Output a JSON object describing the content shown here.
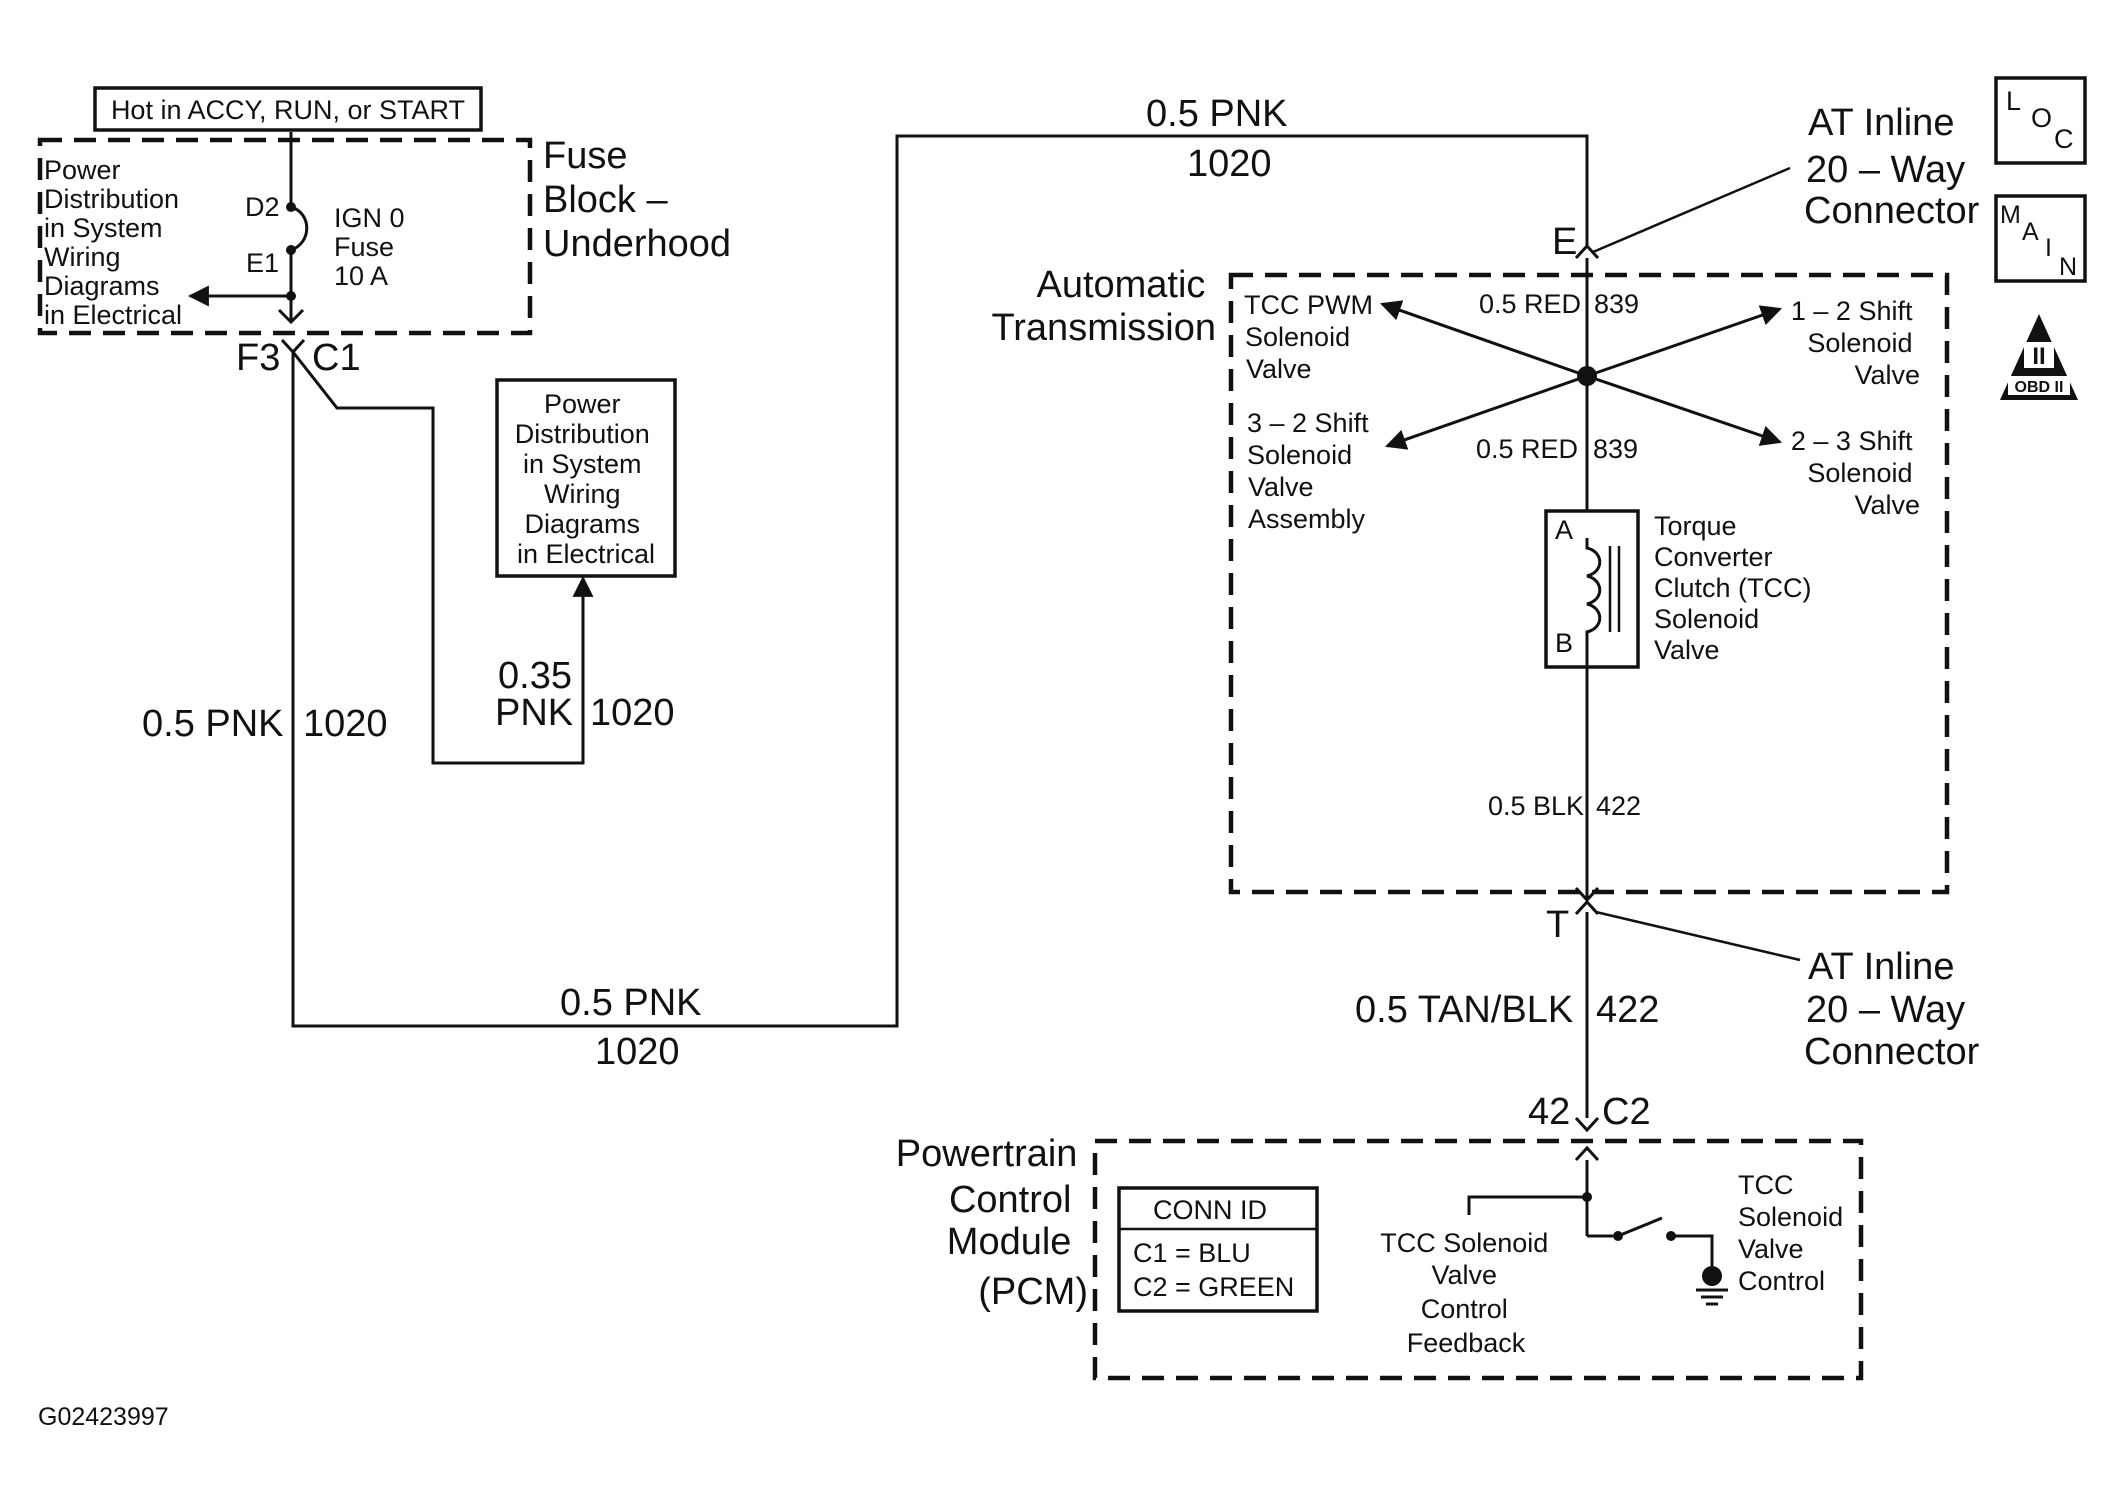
{
  "figure_id": "G02423997",
  "power_note": "Hot in ACCY, RUN, or START",
  "fuse_block": {
    "title_lines": [
      "Fuse",
      "Block –",
      "Underhood"
    ],
    "power_dist_lines": [
      "Power",
      "Distribution",
      "in System",
      "Wiring",
      "Diagrams",
      "in Electrical"
    ],
    "pin_top": "D2",
    "pin_bottom": "E1",
    "fuse_lines": [
      "IGN 0",
      "Fuse",
      "10 A"
    ],
    "connector_left": "F3",
    "connector_right": "C1"
  },
  "power_dist_box": {
    "lines": [
      "Power",
      "Distribution",
      "in System",
      "Wiring",
      "Diagrams",
      "in Electrical"
    ]
  },
  "wires": {
    "left_vertical": {
      "size_color": "0.5 PNK",
      "circuit": "1020"
    },
    "branch": {
      "size": "0.35",
      "color": "PNK",
      "circuit": "1020"
    },
    "bottom": {
      "size_color": "0.5 PNK",
      "circuit": "1020"
    },
    "top": {
      "size_color": "0.5 PNK",
      "circuit": "1020"
    },
    "red_upper": {
      "size_color": "0.5 RED",
      "circuit": "839"
    },
    "red_lower": {
      "size_color": "0.5 RED",
      "circuit": "839"
    },
    "blk": {
      "size_color": "0.5 BLK",
      "circuit": "422"
    },
    "tan": {
      "size_color": "0.5 TAN/BLK",
      "circuit": "422"
    }
  },
  "at_connector_top": {
    "pin": "E",
    "lines": [
      "AT Inline",
      "20 – Way",
      "Connector"
    ]
  },
  "at_connector_bottom": {
    "pin": "T",
    "lines": [
      "AT Inline",
      "20 – Way",
      "Connector"
    ]
  },
  "transmission": {
    "title_lines": [
      "Automatic",
      "Transmission"
    ],
    "tcc_pwm_lines": [
      "TCC PWM",
      "Solenoid",
      "Valve"
    ],
    "shift_12_lines": [
      "1 – 2 Shift",
      "Solenoid",
      "Valve"
    ],
    "shift_32_lines": [
      "3 – 2 Shift",
      "Solenoid",
      "Valve",
      "Assembly"
    ],
    "shift_23_lines": [
      "2 – 3 Shift",
      "Solenoid",
      "Valve"
    ],
    "tcc_solenoid_lines": [
      "Torque",
      "Converter",
      "Clutch (TCC)",
      "Solenoid",
      "Valve"
    ],
    "coil_pin_a": "A",
    "coil_pin_b": "B"
  },
  "pcm": {
    "title_lines": [
      "Powertrain",
      "Control",
      "Module",
      "(PCM)"
    ],
    "connector_pin": "42",
    "connector_name": "C2",
    "conn_id_title": "CONN ID",
    "conn_id_rows": [
      "C1  =  BLU",
      "C2  =  GREEN"
    ],
    "feedback_lines": [
      "TCC Solenoid",
      "Valve",
      "Control",
      "Feedback"
    ],
    "control_lines": [
      "TCC",
      "Solenoid",
      "Valve",
      "Control"
    ]
  },
  "icons": {
    "loc": [
      "L",
      "O",
      "C"
    ],
    "main": [
      "M",
      "A",
      "I",
      "N"
    ],
    "obd_top": "II",
    "obd_bottom": "OBD II"
  }
}
